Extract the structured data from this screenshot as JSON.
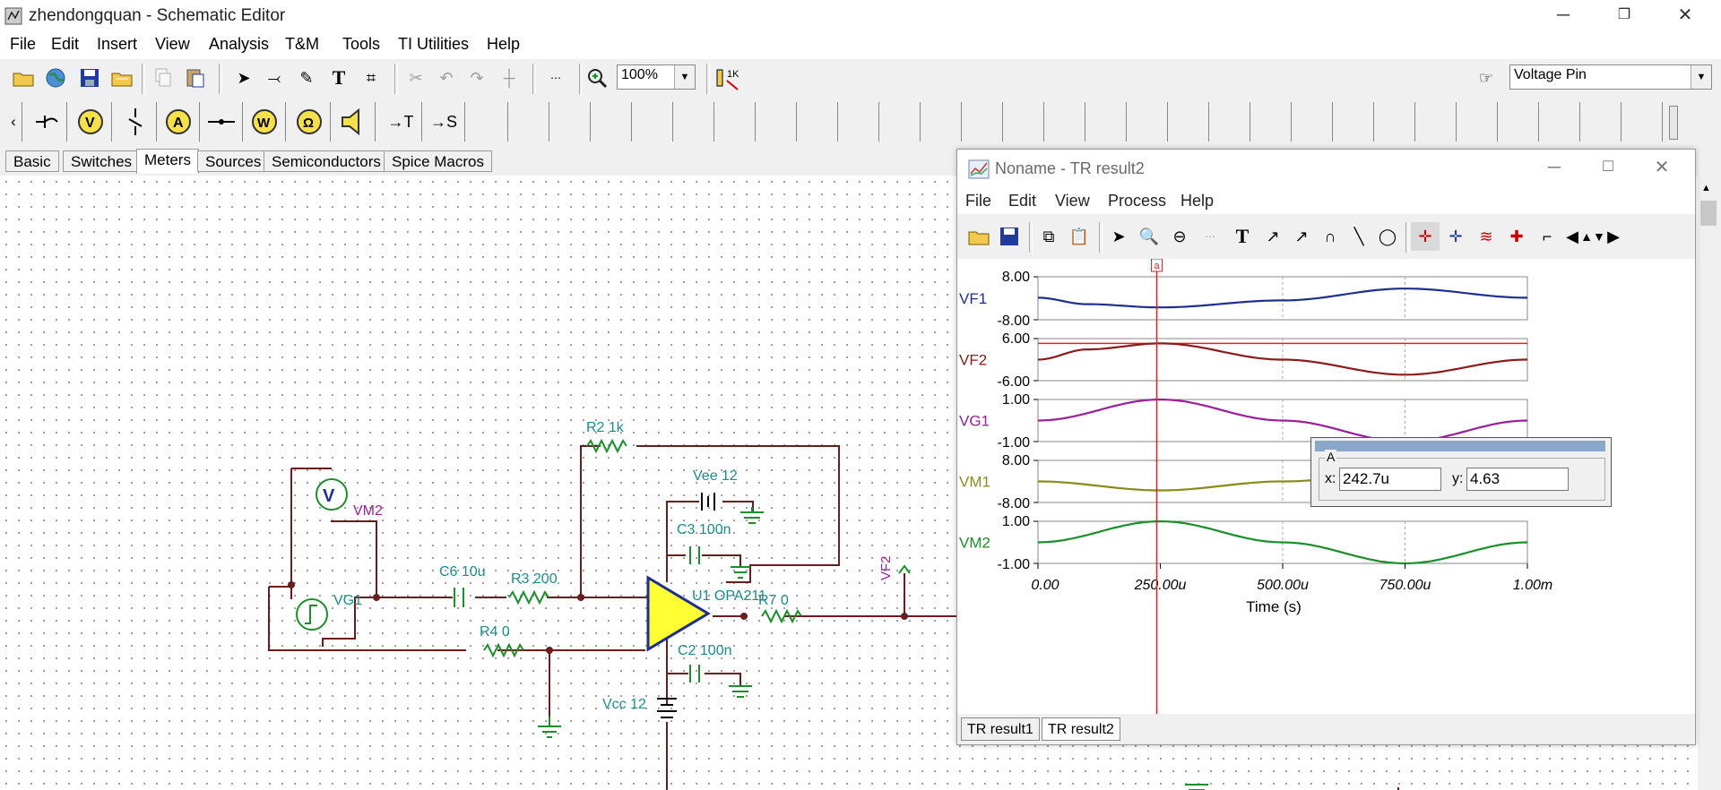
{
  "app": {
    "title": "zhendongquan - Schematic Editor"
  },
  "menu": [
    "File",
    "Edit",
    "Insert",
    "View",
    "Analysis",
    "T&M",
    "Tools",
    "TI Utilities",
    "Help"
  ],
  "toolbar": {
    "zoom": "100%",
    "pin_type": "Voltage Pin",
    "marker_label": "1K"
  },
  "component_buttons": [
    "→T",
    "→S"
  ],
  "component_tabs": [
    "Basic",
    "Switches",
    "Meters",
    "Sources",
    "Semiconductors",
    "Spice Macros"
  ],
  "schematic": {
    "labels": {
      "r2": "R2 1k",
      "vee": "Vee 12",
      "c3": "C3 100n",
      "vm2": "VM2",
      "vg1": "VG1",
      "c6": "C6 10u",
      "r3": "R3 200",
      "u1": "U1 OPA211",
      "r7": "R7 0",
      "vf2": "VF2",
      "r4": "R4 0",
      "c2": "C2 100n",
      "vcc": "Vcc 12",
      "v": "V"
    }
  },
  "result_window": {
    "title": "Noname - TR result2",
    "menu": [
      "File",
      "Edit",
      "View",
      "Process",
      "Help"
    ],
    "tabs": [
      "TR result1",
      "TR result2"
    ],
    "cursor": {
      "name": "A",
      "x_label": "x:",
      "x": "242.7u",
      "y_label": "y:",
      "y": "4.63",
      "marker": "a"
    }
  },
  "chart_data": {
    "type": "line",
    "xlabel": "Time (s)",
    "x_ticks": [
      "0.00",
      "250.00u",
      "500.00u",
      "750.00u",
      "1.00m"
    ],
    "xlim": [
      0,
      0.001
    ],
    "grid": true,
    "cursor_x": 0.0002427,
    "series": [
      {
        "name": "VF1",
        "color": "#1f2f8f",
        "ylim": [
          -8,
          8
        ],
        "y_ticks": [
          "8.00",
          "-8.00"
        ],
        "x": [
          0,
          0.0001,
          0.00025,
          0.0005,
          0.00075,
          0.001
        ],
        "y": [
          0.2,
          -2.2,
          -3.4,
          -0.8,
          3.6,
          0.2
        ]
      },
      {
        "name": "VF2",
        "color": "#8b1a1a",
        "ylim": [
          -6,
          6
        ],
        "y_ticks": [
          "6.00",
          "-6.00"
        ],
        "x": [
          0,
          0.0001,
          0.00025,
          0.0005,
          0.00075,
          0.001
        ],
        "y": [
          0,
          2.9,
          4.63,
          0,
          -4.3,
          0
        ],
        "limit_line": 4.63
      },
      {
        "name": "VG1",
        "color": "#9b1f9b",
        "ylim": [
          -1,
          1
        ],
        "y_ticks": [
          "1.00",
          "-1.00"
        ],
        "x": [
          0,
          0.00025,
          0.0005,
          0.00075,
          0.001
        ],
        "y": [
          0,
          1,
          0,
          -1,
          0
        ]
      },
      {
        "name": "VM1",
        "color": "#8b8b1a",
        "ylim": [
          -8,
          8
        ],
        "y_ticks": [
          "8.00",
          "-8.00"
        ],
        "x": [
          0,
          0.00025,
          0.0005,
          0.00075,
          0.001
        ],
        "y": [
          0,
          -3.4,
          0,
          3.4,
          0
        ]
      },
      {
        "name": "VM2",
        "color": "#1a8f2a",
        "ylim": [
          -1,
          1
        ],
        "y_ticks": [
          "1.00",
          "-1.00"
        ],
        "x": [
          0,
          0.00025,
          0.0005,
          0.00075,
          0.001
        ],
        "y": [
          0,
          1,
          0,
          -1,
          0
        ]
      }
    ]
  }
}
